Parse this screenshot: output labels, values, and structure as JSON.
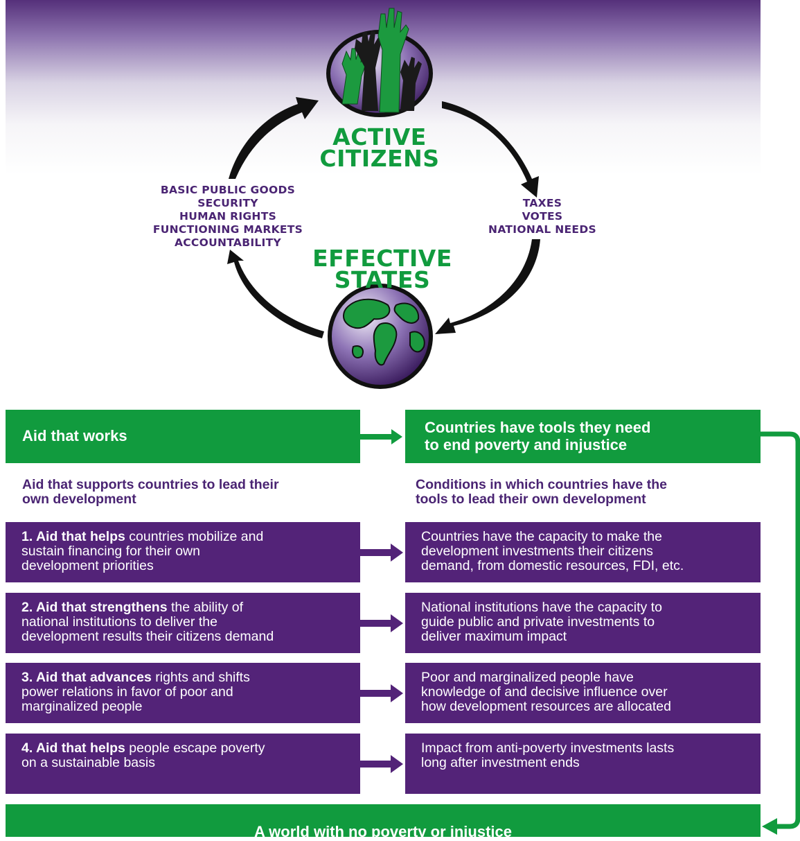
{
  "cycle": {
    "top_title_line1": "ACTIVE",
    "top_title_line2": "CITIZENS",
    "bottom_title_line1": "EFFECTIVE",
    "bottom_title_line2": "STATES",
    "left_items": [
      "BASIC PUBLIC GOODS",
      "SECURITY",
      "HUMAN RIGHTS",
      "FUNCTIONING MARKETS",
      "ACCOUNTABILITY"
    ],
    "right_items": [
      "TAXES",
      "VOTES",
      "NATIONAL NEEDS"
    ]
  },
  "banner_left": "Aid that works",
  "banner_right_line1": "Countries have tools they need",
  "banner_right_line2": "to end poverty and injustice",
  "subhead_left_line1": "Aid that supports countries to lead their",
  "subhead_left_line2": "own development",
  "subhead_right_line1": "Conditions in which countries have the",
  "subhead_right_line2": "tools to lead their own development",
  "rows": [
    {
      "left_bold": "1. Aid that helps",
      "left_lines": [
        " countries mobilize and",
        "sustain financing for their own",
        "development priorities"
      ],
      "right_lines": [
        "Countries have the capacity to make the",
        "development investments their citizens",
        "demand, from domestic resources, FDI, etc."
      ]
    },
    {
      "left_bold": "2. Aid that strengthens",
      "left_lines": [
        " the ability of",
        "national institutions to deliver the",
        "development results their citizens demand"
      ],
      "right_lines": [
        "National institutions have the capacity to",
        "guide public and private investments to",
        "deliver maximum impact"
      ]
    },
    {
      "left_bold": "3. Aid that advances",
      "left_lines": [
        " rights and shifts",
        "power relations in favor of poor and",
        "marginalized people"
      ],
      "right_lines": [
        "Poor and marginalized people have",
        "knowledge of and decisive influence over",
        "how development resources are allocated"
      ]
    },
    {
      "left_bold": "4. Aid that helps",
      "left_lines": [
        " people escape poverty",
        "on a sustainable basis"
      ],
      "right_lines": [
        "Impact from anti-poverty investments lasts",
        "long after investment ends"
      ]
    }
  ],
  "footer": "A world with no poverty or injustice",
  "colors": {
    "green": "#119b3e",
    "purple": "#532378",
    "label_purple": "#4a2473",
    "arrow": "#111111"
  },
  "icons": {
    "hands": "raised-hands-icon",
    "globe": "globe-icon"
  }
}
